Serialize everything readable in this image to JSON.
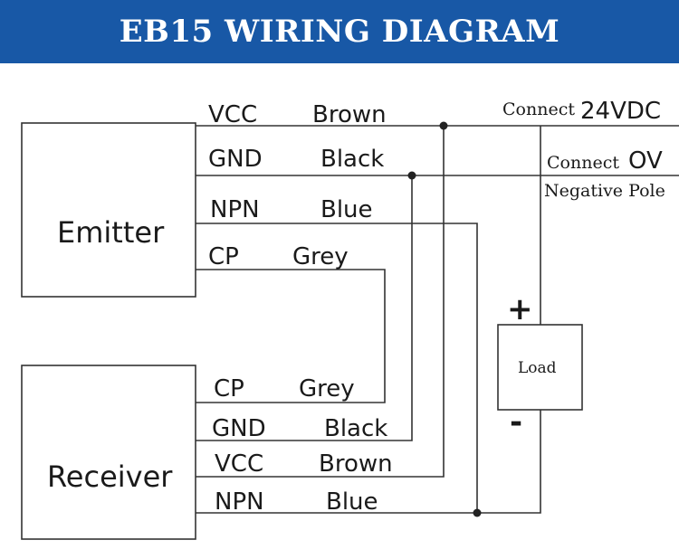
{
  "title": "EB15 WIRING DIAGRAM",
  "emitter": {
    "name": "Emitter",
    "wires": [
      {
        "signal": "VCC",
        "color": "Brown"
      },
      {
        "signal": "GND",
        "color": "Black"
      },
      {
        "signal": "NPN",
        "color": "Blue"
      },
      {
        "signal": "CP",
        "color": "Grey"
      }
    ]
  },
  "receiver": {
    "name": "Receiver",
    "wires": [
      {
        "signal": "CP",
        "color": "Grey"
      },
      {
        "signal": "GND",
        "color": "Black"
      },
      {
        "signal": "VCC",
        "color": "Brown"
      },
      {
        "signal": "NPN",
        "color": "Blue"
      }
    ]
  },
  "power": {
    "positive_prefix": "Connect",
    "positive_value": "24VDC",
    "negative_prefix": "Connect",
    "negative_value": "OV",
    "negative_note": "Negative Pole"
  },
  "load": {
    "label": "Load",
    "plus": "+",
    "minus": "-"
  },
  "colors": {
    "banner": "#1858a6",
    "banner_text": "#ffffff",
    "line": "#333333"
  }
}
